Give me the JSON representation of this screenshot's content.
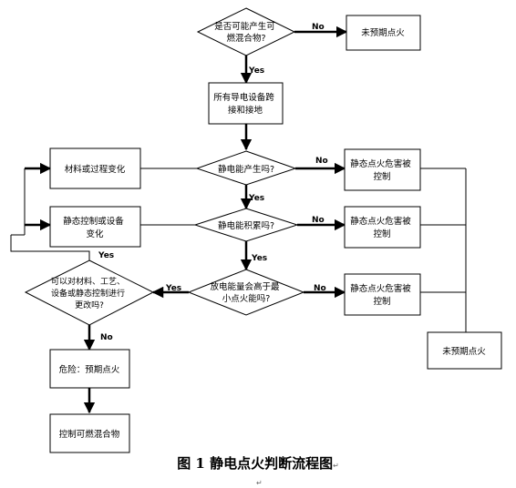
{
  "nodes": {
    "d_mixture": [
      "是否可能产生可",
      "燃混合物?"
    ],
    "no_ignition_top": [
      "未预期点火"
    ],
    "bonding": [
      "所有导电设备跨",
      "接和接地"
    ],
    "d_static_generated": [
      "静电能产生吗?"
    ],
    "controlled_1": [
      "静态点火危害被",
      "控制"
    ],
    "material_change": [
      "材料或过程变化"
    ],
    "static_control_change": [
      "静态控制或设备",
      "变化"
    ],
    "d_static_accumulate": [
      "静电能积累吗?"
    ],
    "controlled_2": [
      "静态点火危害被",
      "控制"
    ],
    "d_energy": [
      "放电能量会高于最",
      "小点火能吗?"
    ],
    "controlled_3": [
      "静态点火危害被",
      "控制"
    ],
    "d_can_change": [
      "可以对材料、工艺、",
      "设备或静态控制进行",
      "更改吗?"
    ],
    "danger": [
      "危险：预期点火"
    ],
    "control_mixture": [
      "控制可燃混合物"
    ],
    "no_ignition_right": [
      "未预期点火"
    ]
  },
  "edge_labels": {
    "yes": "Yes",
    "no": "No"
  },
  "caption": {
    "title": "图 1 静电点火判断流程图",
    "return_mark": "↵"
  },
  "para_mark": "↵"
}
